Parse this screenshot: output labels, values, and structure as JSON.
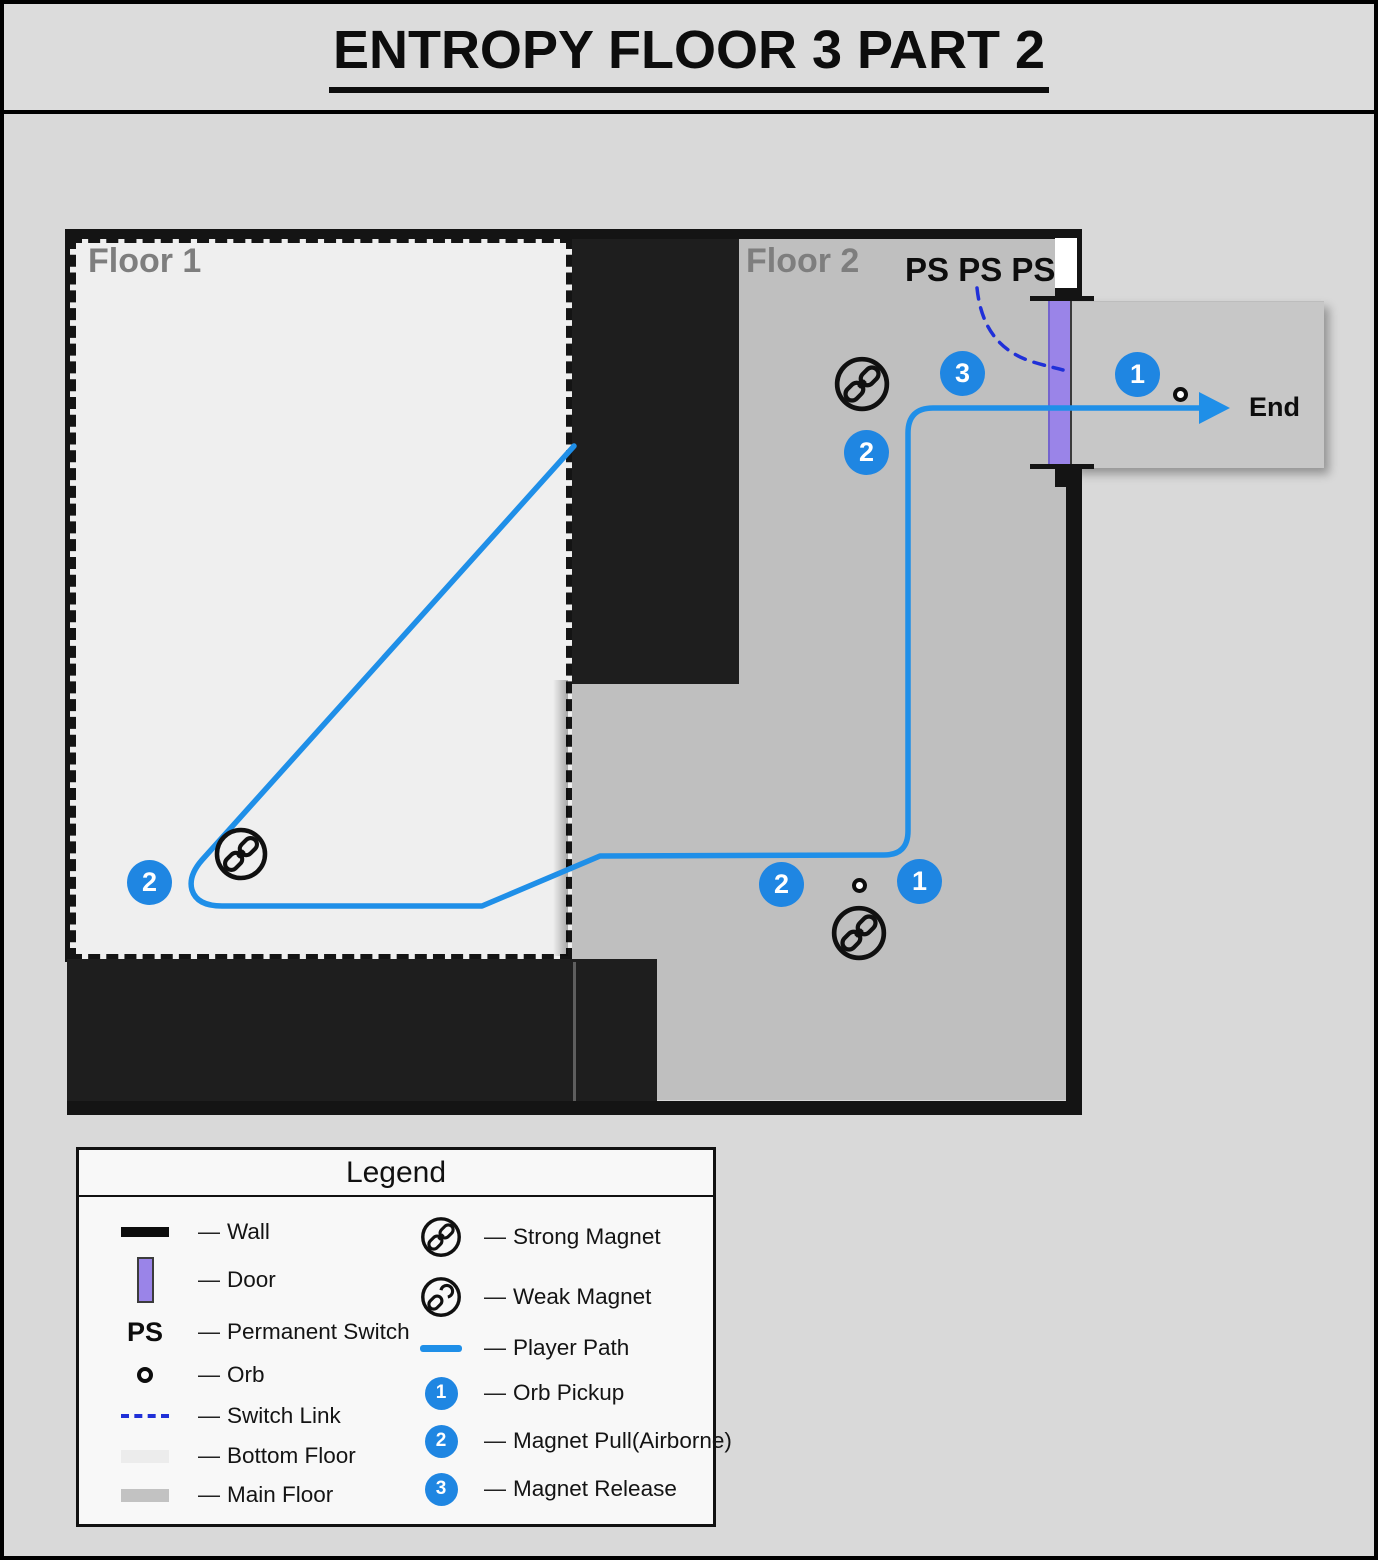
{
  "page": {
    "title": "ENTROPY FLOOR 3 PART 2"
  },
  "map": {
    "floor1_label": "Floor 1",
    "floor2_label": "Floor 2",
    "ps_label": "PS PS PS",
    "end_label": "End",
    "markers": {
      "floor2_top_release": "3",
      "floor2_top_pull": "2",
      "end_orb_pickup": "1",
      "floor1_pull": "2",
      "floor2_bottom_pull": "2",
      "floor2_bottom_pickup": "1"
    }
  },
  "legend": {
    "title": "Legend",
    "separator": "—",
    "left": [
      {
        "label": "Wall",
        "swatch": "wall"
      },
      {
        "label": "Door",
        "swatch": "door"
      },
      {
        "label": "Permanent Switch",
        "swatch": "ps",
        "swatch_text": "PS"
      },
      {
        "label": "Orb",
        "swatch": "orb"
      },
      {
        "label": "Switch Link",
        "swatch": "switch-link"
      },
      {
        "label": "Bottom Floor",
        "swatch": "bottom-floor"
      },
      {
        "label": "Main Floor",
        "swatch": "main-floor"
      }
    ],
    "right": [
      {
        "label": "Strong Magnet",
        "swatch": "strong-magnet"
      },
      {
        "label": "Weak Magnet",
        "swatch": "weak-magnet"
      },
      {
        "label": "Player Path",
        "swatch": "player-path"
      },
      {
        "label": "Orb Pickup",
        "swatch": "marker",
        "number": "1"
      },
      {
        "label": "Magnet Pull(Airborne)",
        "swatch": "marker",
        "number": "2"
      },
      {
        "label": "Magnet Release",
        "swatch": "marker",
        "number": "3"
      }
    ]
  },
  "colors": {
    "path_blue": "#1f8fe8",
    "marker_blue": "#1f86e2",
    "switch_link_blue": "#2030d8",
    "door_purple": "#9a84e8",
    "wall_black": "#141414",
    "floor1_bottom": "#efefef",
    "floor2_main": "#bfbfbf",
    "end_room": "#c7c7c7",
    "background": "#d9d9d9"
  }
}
